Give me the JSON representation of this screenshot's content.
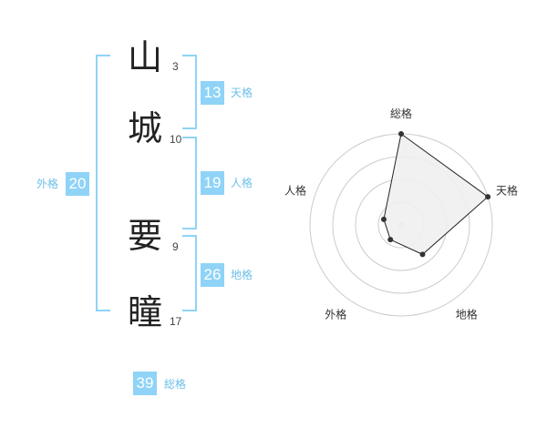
{
  "name": {
    "chars": [
      {
        "char": "山",
        "strokes": "3"
      },
      {
        "char": "城",
        "strokes": "10"
      },
      {
        "char": "要",
        "strokes": "9"
      },
      {
        "char": "瞳",
        "strokes": "17"
      }
    ]
  },
  "fortune": {
    "tenkaku": {
      "value": "13",
      "label": "天格"
    },
    "jinkaku": {
      "value": "19",
      "label": "人格"
    },
    "chikaku": {
      "value": "26",
      "label": "地格"
    },
    "gaikaku": {
      "value": "20",
      "label": "外格"
    },
    "soukaku": {
      "value": "39",
      "label": "総格"
    }
  },
  "chart_data": {
    "type": "radar",
    "axes": [
      "総格",
      "天格",
      "地格",
      "外格",
      "人格"
    ],
    "values": [
      5,
      5,
      2,
      1,
      1
    ],
    "rmax": 5,
    "rings": 4,
    "fill": "#f0f0f0",
    "line_color": "#222222",
    "grid_color": "#cccccc"
  },
  "colors": {
    "accent": "#8fd3f7",
    "accent_text": "#6bbfe9"
  }
}
